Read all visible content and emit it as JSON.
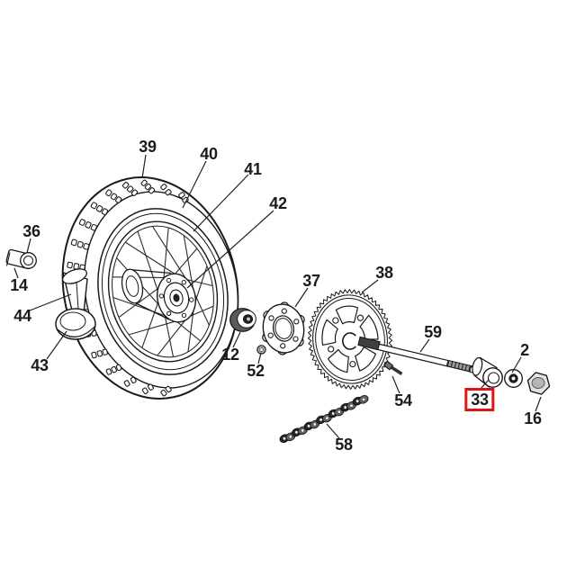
{
  "diagram": {
    "description": "exploded parts diagram of a spoked rear wheel with sprocket and axle",
    "highlight_color": "#de1616",
    "ink_color": "#1a1a1a",
    "highlighted_part": "33",
    "labels": [
      {
        "text": "39"
      },
      {
        "text": "40"
      },
      {
        "text": "41"
      },
      {
        "text": "42"
      },
      {
        "text": "36"
      },
      {
        "text": "14"
      },
      {
        "text": "44"
      },
      {
        "text": "43"
      },
      {
        "text": "12"
      },
      {
        "text": "52"
      },
      {
        "text": "37"
      },
      {
        "text": "38"
      },
      {
        "text": "59"
      },
      {
        "text": "54"
      },
      {
        "text": "58"
      },
      {
        "text": "2"
      },
      {
        "text": "33"
      },
      {
        "text": "16"
      }
    ]
  }
}
